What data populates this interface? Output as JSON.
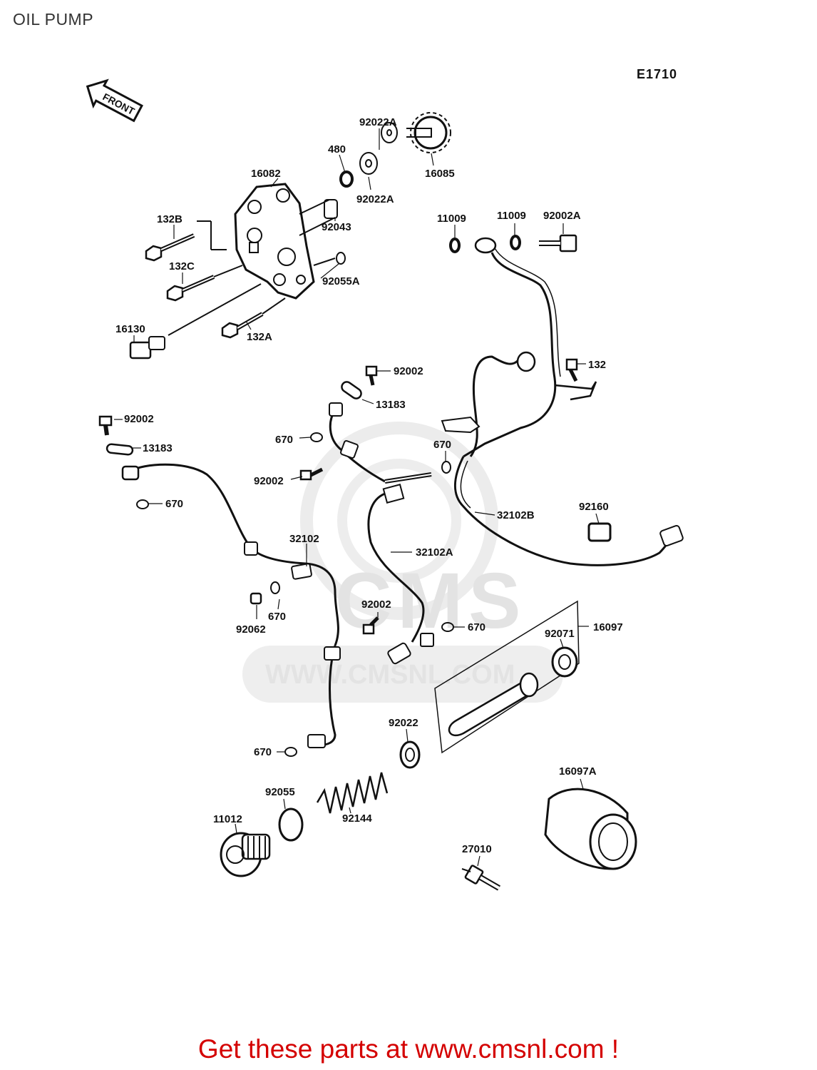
{
  "page": {
    "title": "OIL PUMP"
  },
  "diagram": {
    "code": "E1710",
    "front_label": "FRONT",
    "parts": {
      "p92022A_top": "92022A",
      "p480": "480",
      "p16082": "16082",
      "p16085": "16085",
      "p92022A_mid": "92022A",
      "p132B": "132B",
      "p92043": "92043",
      "p11009_a": "11009",
      "p11009_b": "11009",
      "p92002A": "92002A",
      "p132C": "132C",
      "p92055A": "92055A",
      "p16130": "16130",
      "p132A": "132A",
      "p92002_top": "92002",
      "p132": "132",
      "p13183_mid": "13183",
      "p92002_left": "92002",
      "p13183_left": "13183",
      "p670_a": "670",
      "p670_b": "670",
      "p92002_mid": "92002",
      "p670_left": "670",
      "p32102B": "32102B",
      "p92160": "92160",
      "p32102": "32102",
      "p32102A": "32102A",
      "p670_c": "670",
      "p92062": "92062",
      "p92002_low": "92002",
      "p670_d": "670",
      "p16097": "16097",
      "p92071": "92071",
      "p92022": "92022",
      "p670_e": "670",
      "p16097A": "16097A",
      "p92055": "92055",
      "p11012": "11012",
      "p92144": "92144",
      "p27010": "27010"
    }
  },
  "watermark": {
    "url": "WWW.CMSNL.COM",
    "brand": "CMS"
  },
  "promo": {
    "prefix": "Get these parts at ",
    "link": "www.cmsnl.com",
    "suffix": " !"
  },
  "colors": {
    "ink": "#111111",
    "promo_red": "#d40000",
    "watermark_gray": "#e3e3e3"
  }
}
